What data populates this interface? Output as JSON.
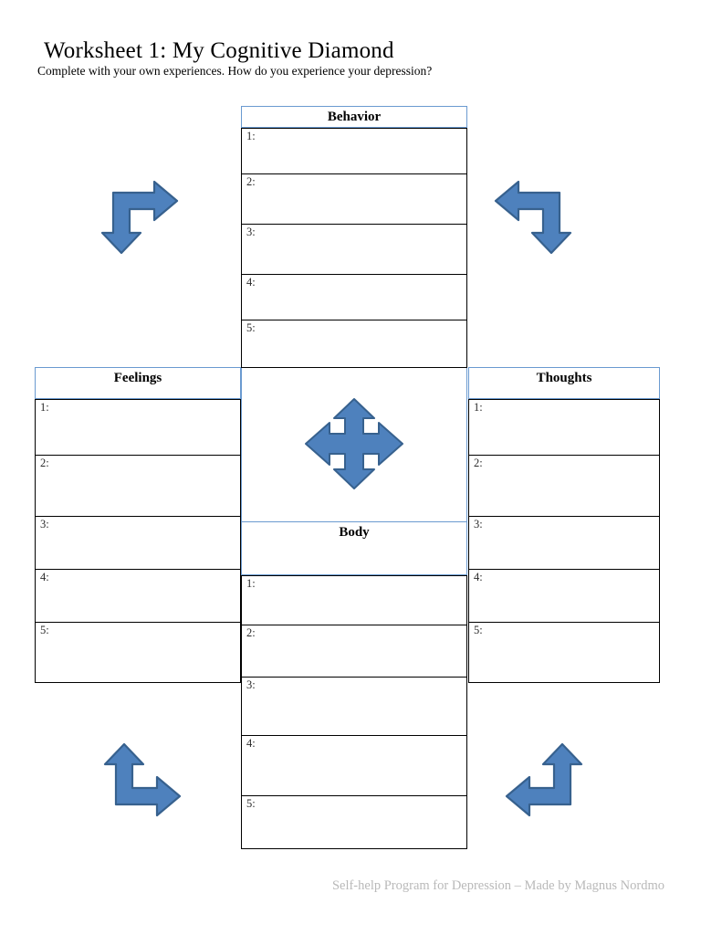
{
  "document": {
    "title": "Worksheet 1: My Cognitive Diamond",
    "subtitle": "Complete with your own experiences. How do you experience your depression?",
    "footer": "Self-help Program for Depression – Made by Magnus Nordmo"
  },
  "colors": {
    "arrow_fill": "#4E81BD",
    "arrow_stroke": "#37618E",
    "header_border": "#6A9AD0",
    "cell_border": "#000000",
    "footer_text": "#B9B9B9"
  },
  "panels": {
    "behavior": {
      "header": "Behavior",
      "rows": [
        "1:",
        "2:",
        "3:",
        "4:",
        "5:"
      ]
    },
    "feelings": {
      "header": "Feelings",
      "rows": [
        "1:",
        "2:",
        "3:",
        "4:",
        "5:"
      ]
    },
    "thoughts": {
      "header": "Thoughts",
      "rows": [
        "1:",
        "2:",
        "3:",
        "4:",
        "5:"
      ]
    },
    "body": {
      "header": "Body",
      "rows": [
        "1:",
        "2:",
        "3:",
        "4:",
        "5:"
      ]
    }
  },
  "arrows": {
    "top_left": "bent-arrow-right-down",
    "top_right": "bent-arrow-left-down",
    "bottom_left": "bent-arrow-up-right",
    "bottom_right": "bent-arrow-left-up",
    "center": "four-way-arrow"
  }
}
